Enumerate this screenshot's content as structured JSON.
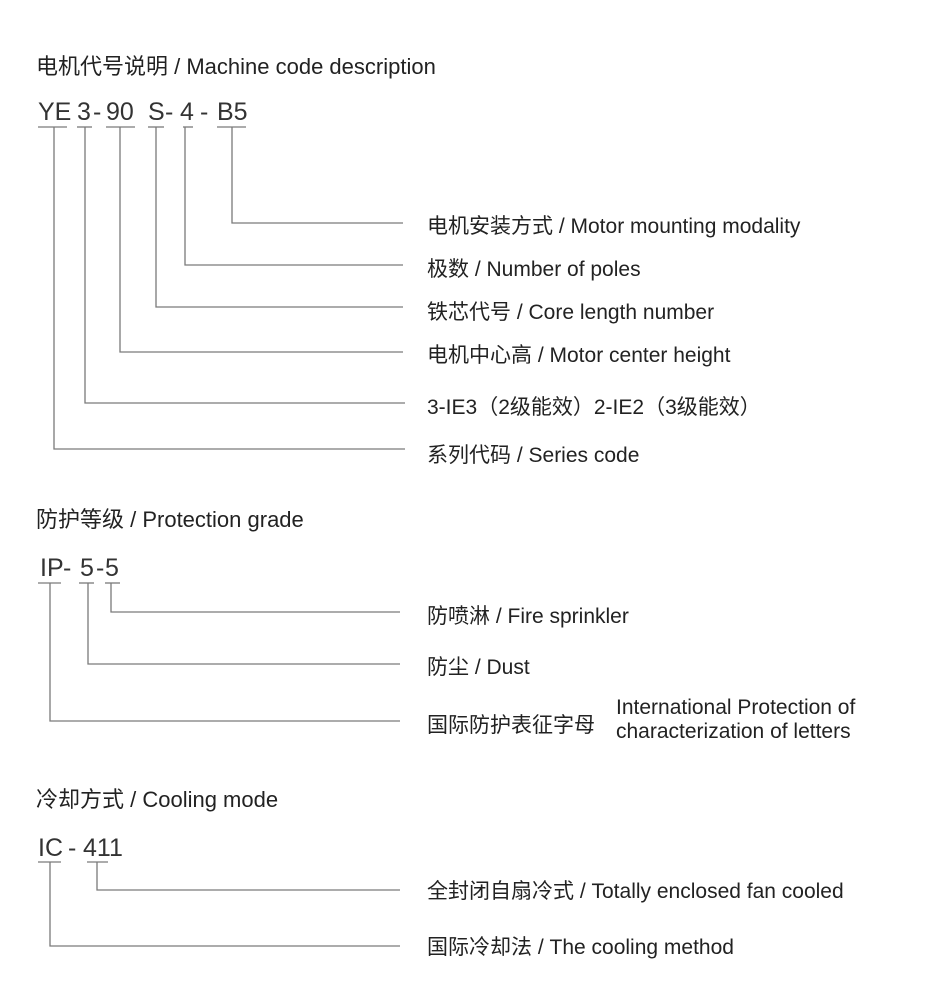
{
  "machine_code": {
    "title": "电机代号说明 / Machine code description",
    "segments": [
      "YE",
      "3",
      "-",
      "90",
      "S",
      "-",
      "4",
      "-",
      "B5"
    ],
    "labels": [
      "电机安装方式 / Motor mounting modality",
      "极数 / Number of poles",
      "铁芯代号 / Core length number",
      "电机中心高 / Motor center height",
      "3-IE3（2级能效）2-IE2（3级能效）",
      "系列代码 / Series code"
    ]
  },
  "protection": {
    "title": "防护等级 / Protection grade",
    "segments": [
      "IP",
      "-",
      "5",
      "-",
      "5"
    ],
    "labels": [
      "防喷淋 / Fire sprinkler",
      "防尘 / Dust",
      "国际防护表征字母"
    ],
    "label_en_line1": "International Protection of",
    "label_en_line2": "characterization of letters"
  },
  "cooling": {
    "title": "冷却方式 / Cooling mode",
    "segments": [
      "IC",
      "-",
      "411"
    ],
    "labels": [
      "全封闭自扇冷式 / Totally enclosed fan cooled",
      "国际冷却法 / The cooling method"
    ]
  }
}
